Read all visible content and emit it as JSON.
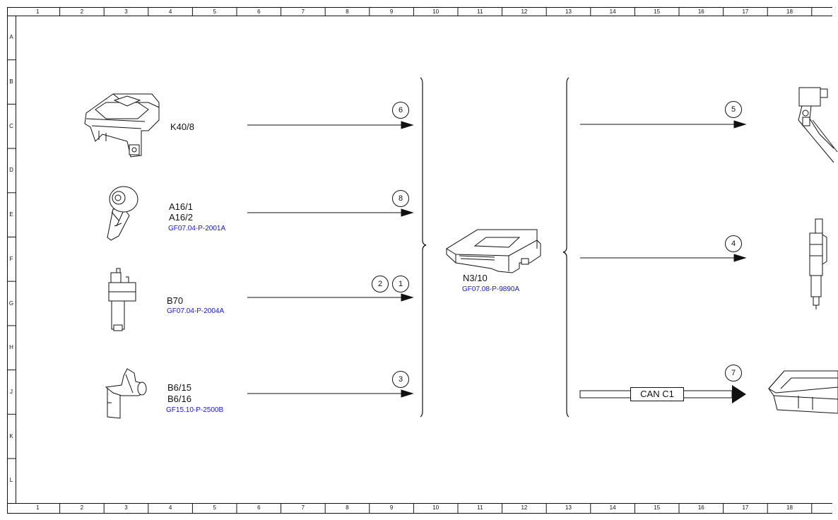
{
  "grid": {
    "columns": [
      "1",
      "2",
      "3",
      "4",
      "5",
      "6",
      "7",
      "8",
      "9",
      "10",
      "11",
      "12",
      "13",
      "14",
      "15",
      "16",
      "17",
      "18"
    ],
    "rows": [
      "A",
      "B",
      "C",
      "D",
      "E",
      "F",
      "G",
      "H",
      "J",
      "K",
      "L"
    ]
  },
  "components": {
    "k40_8": {
      "label1": "K40/8"
    },
    "a16": {
      "label1": "A16/1",
      "label2": "A16/2",
      "ref": "GF07.04-P-2001A"
    },
    "b70": {
      "label1": "B70",
      "ref": "GF07.04-P-2004A"
    },
    "b6": {
      "label1": "B6/15",
      "label2": "B6/16",
      "ref": "GF15.10-P-2500B"
    },
    "n3_10": {
      "label1": "N3/10",
      "ref": "GF07.08-P-9890A"
    }
  },
  "signals": {
    "s6": "6",
    "s8": "8",
    "s2": "2",
    "s1": "1",
    "s3": "3",
    "s5": "5",
    "s4": "4",
    "s7": "7"
  },
  "bus": {
    "label": "CAN C1"
  },
  "icons": [
    "relay-module-icon",
    "knock-sensor-icon",
    "crankshaft-sensor-icon",
    "camshaft-sensor-icon",
    "control-unit-icon",
    "ignition-coil-icon",
    "fuel-injector-icon",
    "control-module-icon"
  ]
}
